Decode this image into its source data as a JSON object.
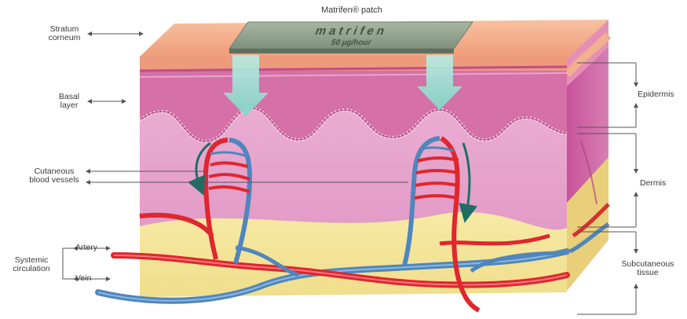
{
  "diagram": {
    "patch": {
      "title": "Matrifen® patch",
      "brand": "matrifen",
      "dose": "50 µg/hour"
    },
    "labels_left": {
      "stratum_corneum": [
        "Stratum",
        "corneum"
      ],
      "basal_layer": [
        "Basal",
        "layer"
      ],
      "cutaneous_vessels": [
        "Cutaneous",
        "blood vessels"
      ],
      "systemic_circulation": [
        "Systemic",
        "circulation"
      ],
      "artery": "Artery",
      "vein": "Vein"
    },
    "labels_right": {
      "epidermis": "Epidermis",
      "dermis": "Dermis",
      "subcutaneous": [
        "Subcutaneous",
        "tissue"
      ]
    },
    "colors": {
      "artery": "#e0262e",
      "vein": "#4f86bd",
      "flow_arrow": "#1e6e63",
      "drug_arrow": "#9fe3d6",
      "dermis": "#e9a8cf",
      "epidermis": "#d86fa9",
      "stratum_corneum": "#f2a580",
      "subcutaneous_fat": "#f2e49a",
      "patch": "#8d9e8c"
    }
  }
}
